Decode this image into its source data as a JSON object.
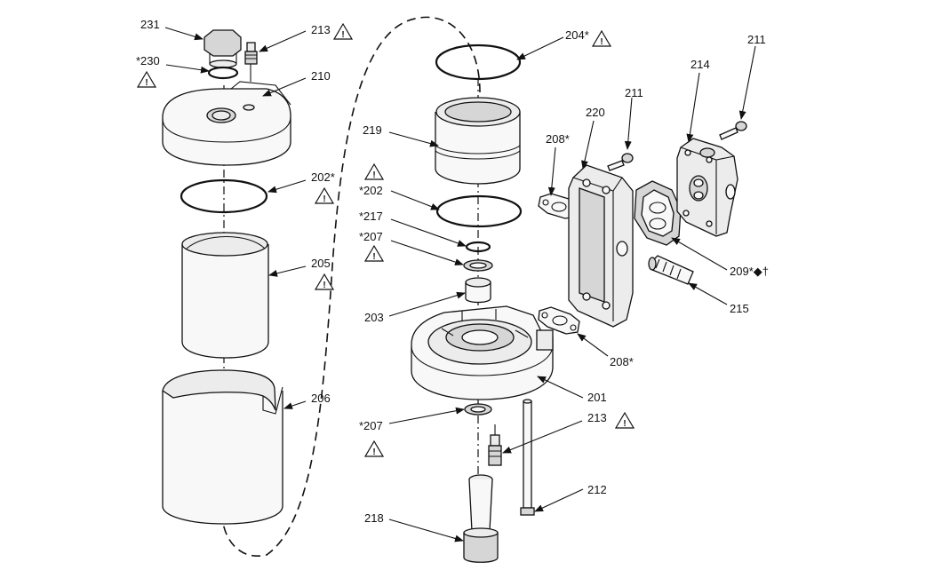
{
  "diagram": {
    "warning_symbol": "!",
    "labels": {
      "p231": "231",
      "p213_top": "213",
      "p230": "*230",
      "p210": "210",
      "p202_left": "202*",
      "p205": "205",
      "p206": "206",
      "p204": "204*",
      "p219": "219",
      "p202_mid": "*202",
      "p217": "*217",
      "p207_top": "*207",
      "p203": "203",
      "p207_bottom": "*207",
      "p201": "201",
      "p213_bottom": "213",
      "p212": "212",
      "p218": "218",
      "p208_top": "208*",
      "p220": "220",
      "p211_mid": "211",
      "p214": "214",
      "p211_right": "211",
      "p209": "209*◆†",
      "p215": "215",
      "p208_bottom": "208*"
    }
  }
}
